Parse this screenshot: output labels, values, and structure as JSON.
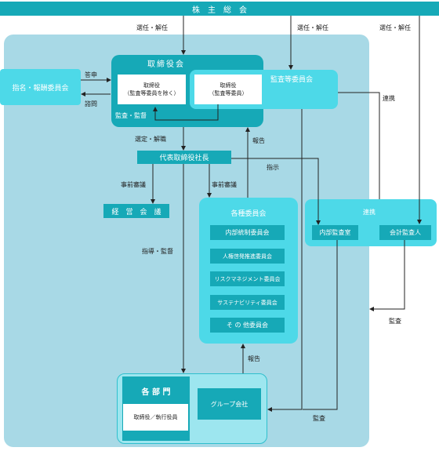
{
  "colors": {
    "dark_teal": "#16a9b7",
    "cyan": "#4dd9e8",
    "light_blue_bg": "#a8d9e6",
    "light_cyan": "#9de6ef",
    "line": "#222222"
  },
  "shareholders": "株　主　総　会",
  "appoint_1": "選任・解任",
  "appoint_2": "選任・解任",
  "appoint_3": "選任・解任",
  "nomination": "指名・報酬委員会",
  "consult": "答申",
  "inquiry": "諮問",
  "board": {
    "title": "取締役会",
    "director_1": "取締役\n（監査等委員を除く）",
    "director_2": "取締役\n（監査等委員）",
    "supervise": "監査・監督"
  },
  "audit_committee": "監査等委員会",
  "coordinate_1": "連携",
  "coordinate_2": "連携",
  "select_dismiss": "選定・解職",
  "report_1": "報告",
  "president": "代表取締役社長",
  "instruct": "指示",
  "prior_review_1": "事前審議",
  "prior_review_2": "事前審議",
  "mgmt_meeting": "経　営　会　議",
  "committees": {
    "title": "各種委員会",
    "items": [
      "内部統制委員会",
      "人権啓発推進委員会",
      "リスクマネジメント委員会",
      "サステナビリティ委員会",
      "そ の 他委員会"
    ]
  },
  "internal_audit": "内部監査室",
  "accounting_auditor": "会計監査人",
  "guide_supervise": "指導・監督",
  "audit_1": "監査",
  "audit_2": "監査",
  "report_2": "報告",
  "depts": {
    "title": "各 部 門",
    "officers": "取締役／執行役員",
    "group": "グループ会社"
  }
}
